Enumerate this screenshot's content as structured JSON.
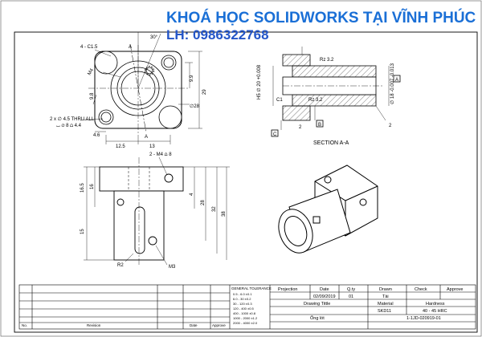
{
  "banner": {
    "title": "KHOÁ HỌC SOLIDWORKS TẠI VĨNH PHÚC",
    "contact": "LH: 0986322768"
  },
  "views": {
    "section_label": "SECTION A-A",
    "notes": {
      "chamfer": "4 - C1.5",
      "tap_top": "M4",
      "angle": "30°",
      "holes_1": "2 x ∅ 4.5 THRU ALL",
      "holes_2": "⌴ ∅ 8 ⩍ 4.4",
      "dim_12_5": "12.5",
      "dim_13": "13",
      "dim_4_6": "4.6",
      "dim_9_9": "9.9",
      "dim_29": "29",
      "dim_28": "∅28",
      "dim_9_8": "9.8",
      "dim_A1": "A",
      "dim_A2": "A",
      "rz1": "Rz 3.2",
      "rz2": "Rz 3.2",
      "tol_left": "H5 ∅ 20 +0.008",
      "tol_right": "∅ 18 -0.007 -0.013",
      "c1": "C1",
      "ref_A": "A",
      "ref_B": "B",
      "ref_C": "C",
      "geo_1": "2",
      "geo_2": "2",
      "tap_front": "2 - M4 ⩍ 8",
      "d16_5": "16.5",
      "d16": "16",
      "d15": "15",
      "d4": "4",
      "d28": "28",
      "d32": "32",
      "d38": "38",
      "r2": "R2",
      "m3": "M3"
    }
  },
  "title_block": {
    "tolerance_header": "GENERAL TOLERANCE",
    "tol_rows": [
      "0.5 - 6.0 ±0.1",
      "6.0 - 30 ±0.2",
      "30 - 120 ±0.3",
      "120 - 400 ±0.5",
      "400 - 1000 ±0.8",
      "1000 - 2000 ±1.2",
      "2000 - 4000 ±2.0"
    ],
    "projection": "Projection",
    "date_label": "Date",
    "qty_label": "Q.ty",
    "drawn_label": "Drawn",
    "check_label": "Check",
    "approve_label": "Approve",
    "date_value": "02/09/2019",
    "qty_value": "01",
    "drawn_value": "Tài",
    "drawing_title_label": "Drawing Tittle",
    "material_label": "Material",
    "hardness_label": "Hardness",
    "material_value": "SKD11",
    "hardness_value": "40 - 45 HRC",
    "part_name": "Ống lót",
    "drawing_no": "1-1JD-020919-01",
    "rev_col": "No.",
    "revision_col": "Revision",
    "date_col": "Date",
    "approve_col": "Approve"
  }
}
